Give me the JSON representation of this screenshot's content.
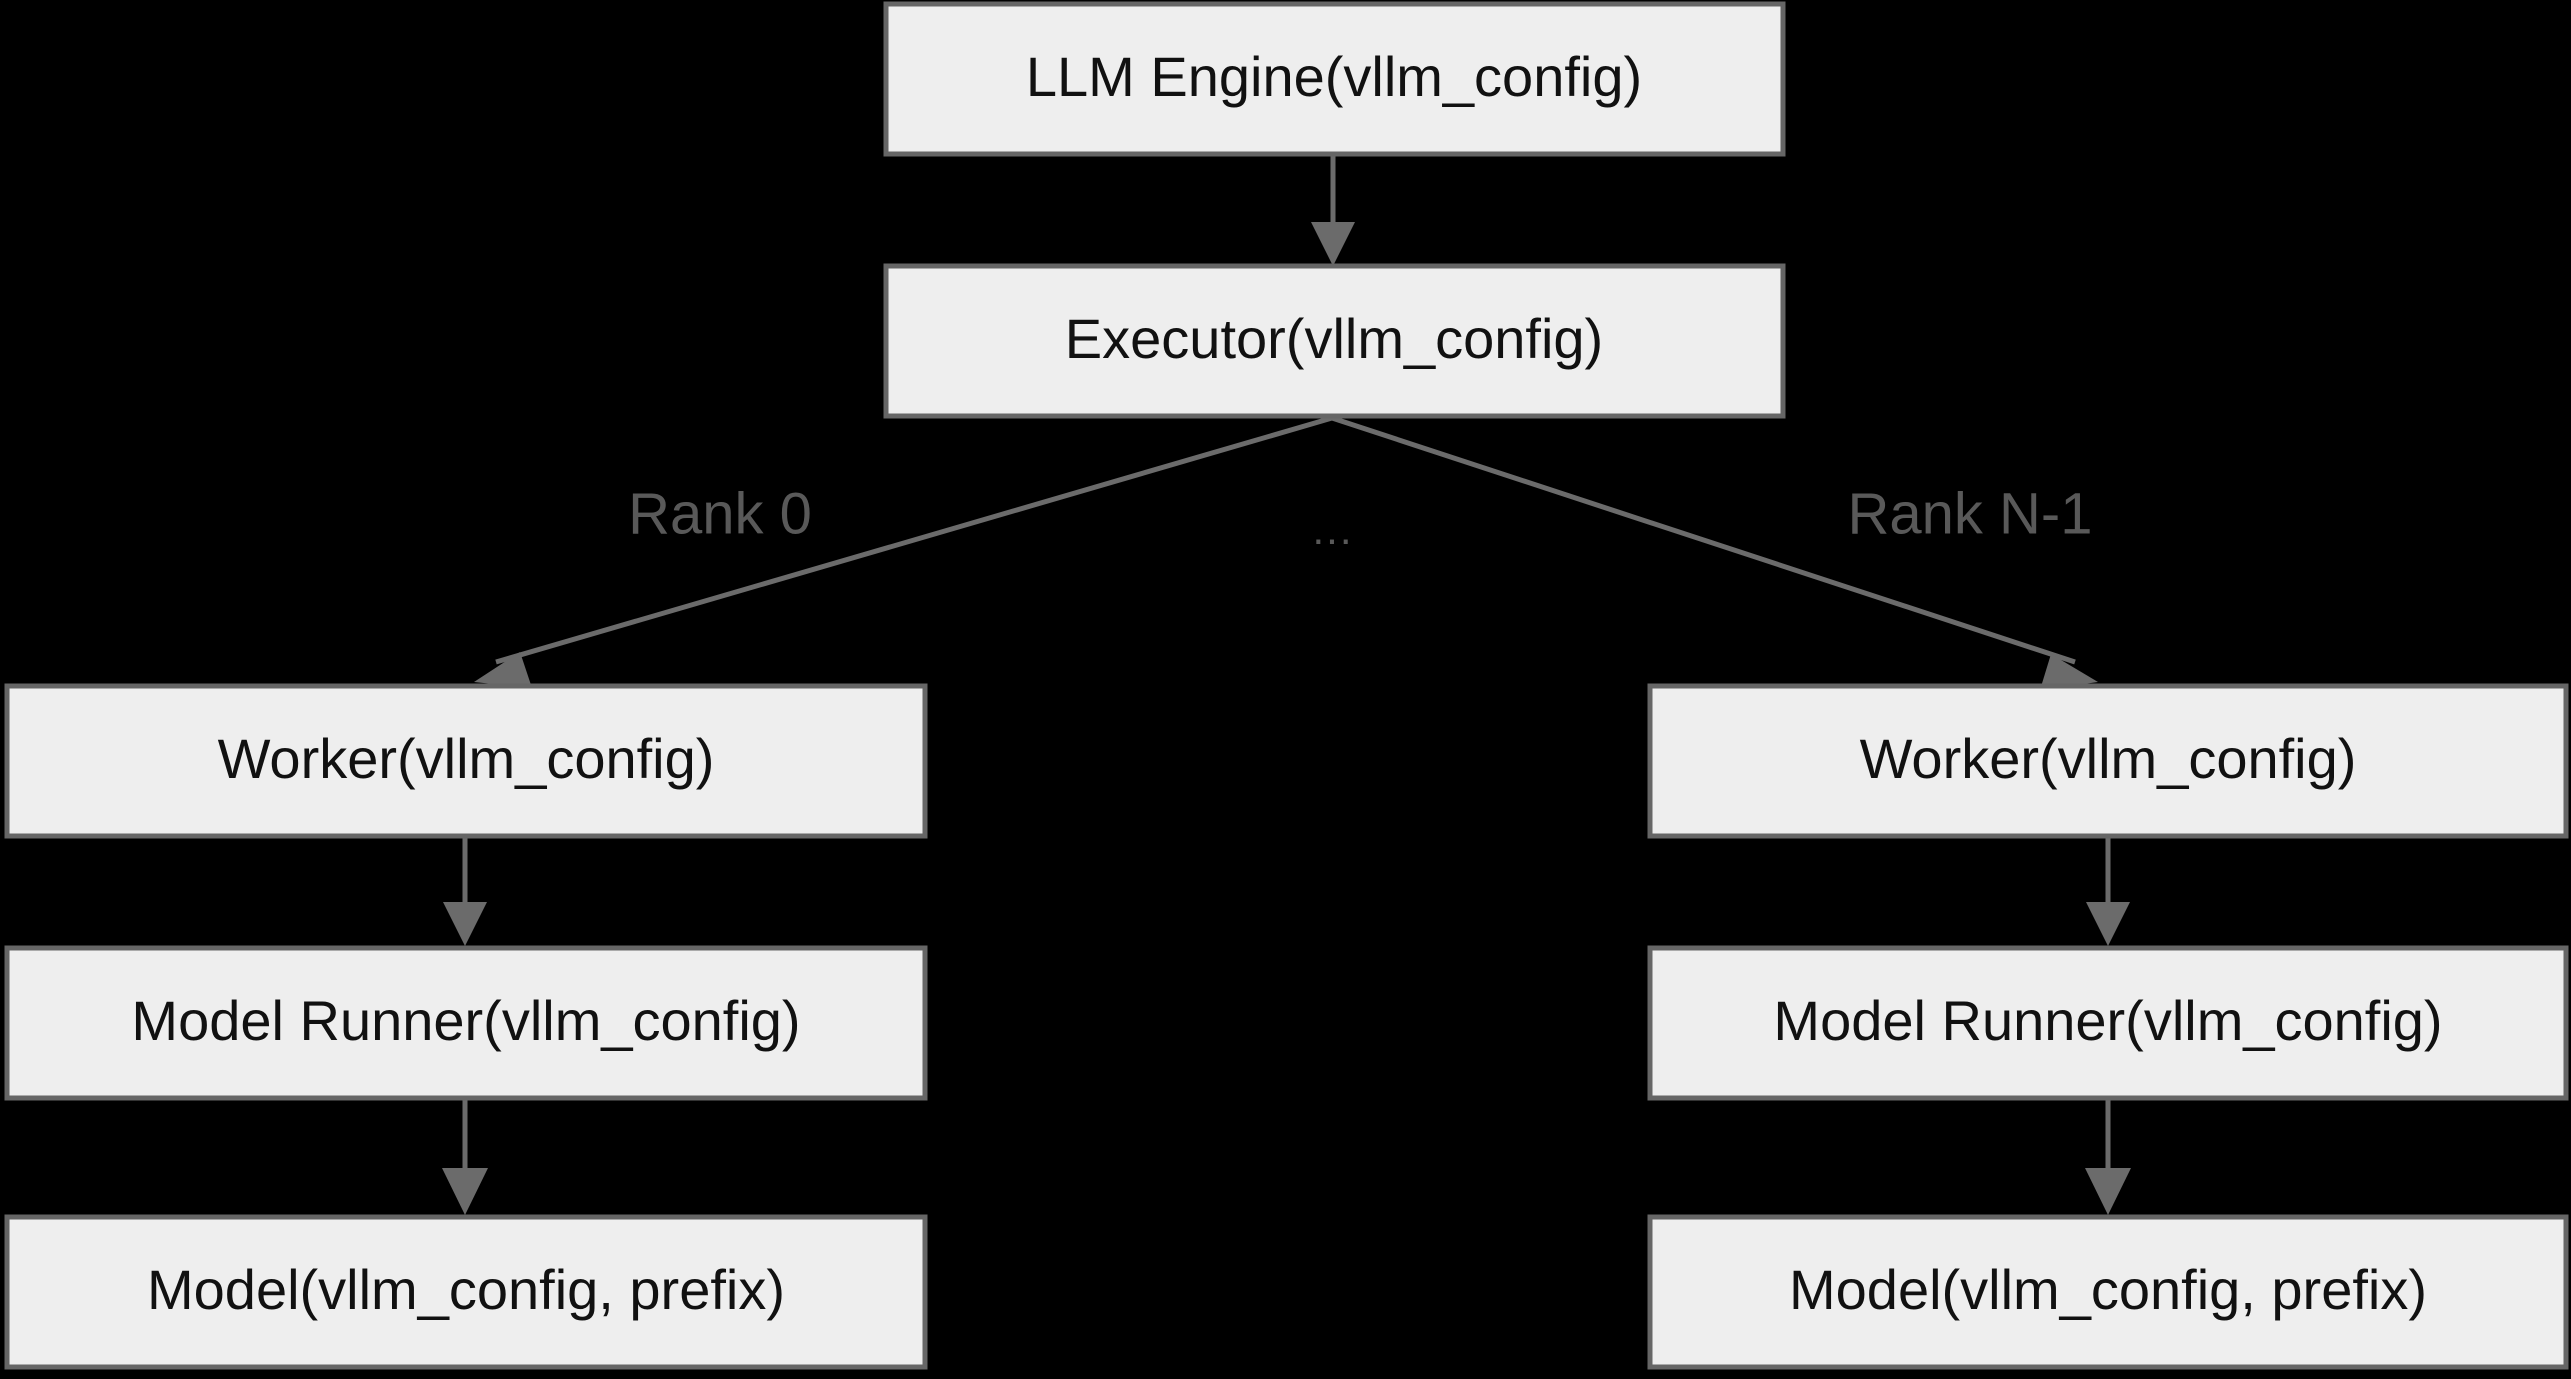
{
  "diagram": {
    "title": "vLLM configuration propagation hierarchy",
    "background_color": "#000000",
    "node_fill": "#eeeeee",
    "node_stroke": "#666666",
    "node_text_color": "#111111",
    "edge_color": "#6b6b6b",
    "edge_label_color": "#595959",
    "nodes": {
      "llm_engine": "LLM Engine(vllm_config)",
      "executor": "Executor(vllm_config)",
      "worker_rank0": "Worker(vllm_config)",
      "model_runner_rank0": "Model Runner(vllm_config)",
      "model_rank0": "Model(vllm_config, prefix)",
      "worker_rankn": "Worker(vllm_config)",
      "model_runner_rankn": "Model Runner(vllm_config)",
      "model_rankn": "Model(vllm_config, prefix)"
    },
    "edge_labels": {
      "rank_0": "Rank 0",
      "ellipsis": "...",
      "rank_n_minus_1": "Rank N-1"
    }
  }
}
